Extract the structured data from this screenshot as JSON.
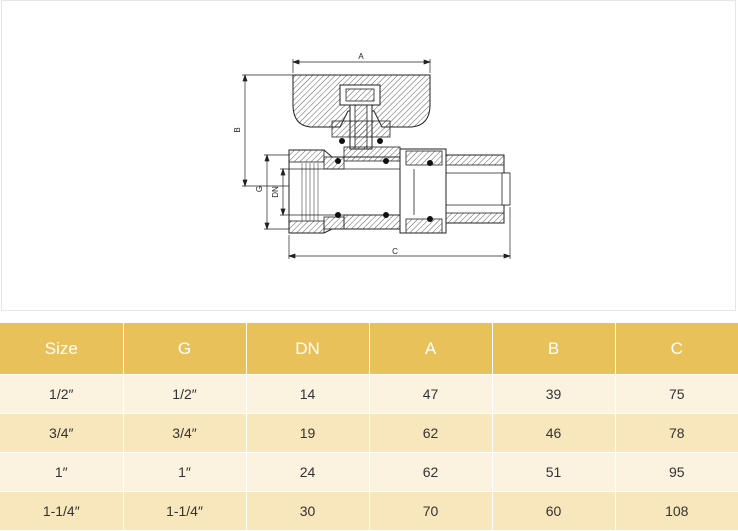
{
  "drawing": {
    "dim_a": "A",
    "dim_b": "B",
    "dim_c": "C",
    "dim_g": "G",
    "dim_dn": "DN"
  },
  "table": {
    "headers": [
      "Size",
      "G",
      "DN",
      "A",
      "B",
      "C"
    ],
    "rows": [
      [
        "1/2″",
        "1/2″",
        "14",
        "47",
        "39",
        "75"
      ],
      [
        "3/4″",
        "3/4″",
        "19",
        "62",
        "46",
        "78"
      ],
      [
        "1″",
        "1″",
        "24",
        "62",
        "51",
        "95"
      ],
      [
        "1-1/4″",
        "1-1/4″",
        "30",
        "70",
        "60",
        "108"
      ]
    ]
  },
  "colors": {
    "header_bg": "#e9c15b",
    "row_light": "#fbf2df",
    "row_dark": "#f8e6bd"
  }
}
